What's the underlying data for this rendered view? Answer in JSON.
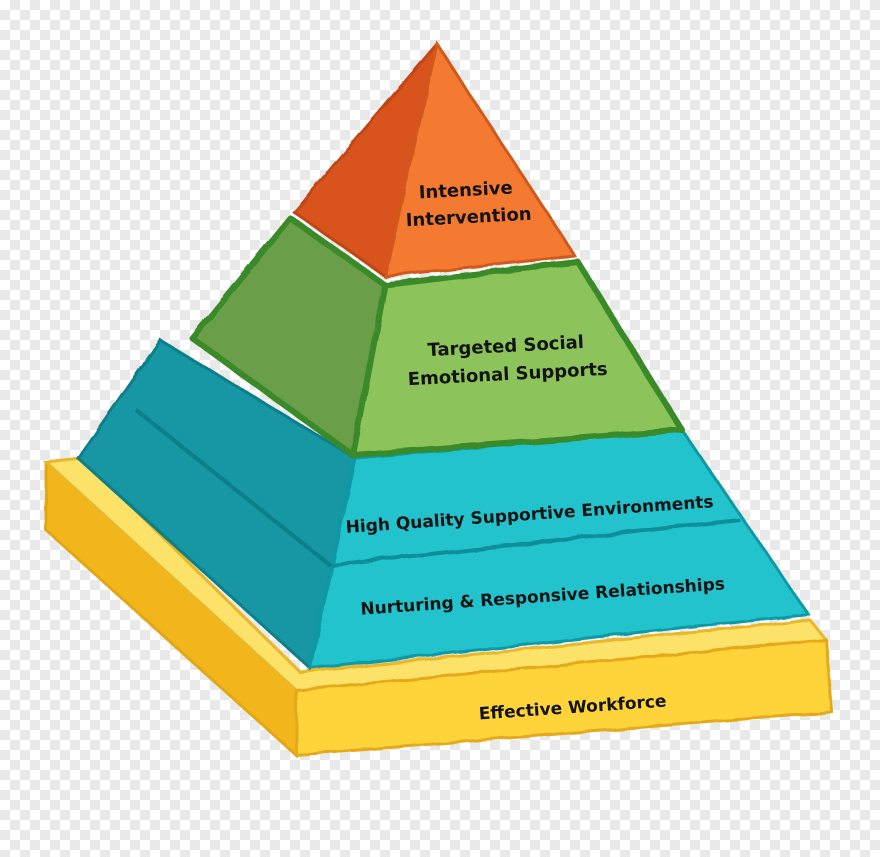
{
  "pyramid": {
    "tiers": [
      {
        "id": "top",
        "lines": [
          "Intensive",
          "Intervention"
        ],
        "color": "#f47a32"
      },
      {
        "id": "targeted",
        "lines": [
          "Targeted Social",
          "Emotional Supports"
        ],
        "color": "#8cc35a"
      },
      {
        "id": "environments",
        "lines": [
          "High Quality Supportive Environments"
        ],
        "color": "#22c3cd"
      },
      {
        "id": "relationships",
        "lines": [
          "Nurturing & Responsive Relationships"
        ],
        "color": "#22c3cd"
      }
    ],
    "base": {
      "label": "Effective Workforce",
      "color": "#ffd43b"
    },
    "colors": {
      "orange_side": "#d9531e",
      "green_side": "#6b9e4a",
      "green_outline": "#3a8a2a",
      "teal_side": "#1297a3",
      "yellow_side": "#f3b51c",
      "yellow_top": "#fde26a"
    }
  }
}
